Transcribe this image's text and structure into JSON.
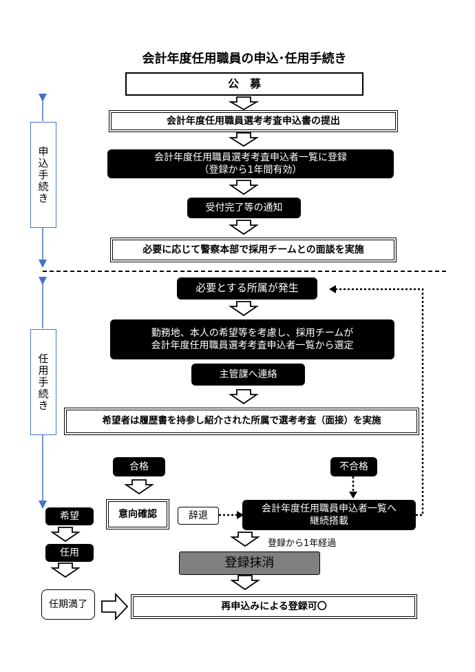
{
  "title": "会計年度任用職員の申込･任用手続き",
  "side_labels": {
    "application": "申込手続き",
    "appointment": "任用手続き"
  },
  "steps": {
    "koubo": "公　募",
    "submit": "会計年度任用職員選考考査申込書の提出",
    "register_line1": "会計年度任用職員選考考査申込者一覧に登録",
    "register_line2": "（登録から1年間有効）",
    "notice": "受付完了等の通知",
    "interview": "必要に応じて警察本部で採用チームとの面談を実施",
    "need": "必要とする所属が発生",
    "select_line1": "勤務地、本人の希望等を考慮し、採用チームが",
    "select_line2": "会計年度任用職員選考考査申込者一覧から選定",
    "contact": "主管課へ連絡",
    "exam": "希望者は履歴書を持参し紹介された所属で選考考査（面接）を実施",
    "pass": "合格",
    "fail": "不合格",
    "confirm": "意向確認",
    "hope": "希望",
    "decline": "辞退",
    "carry_line1": "会計年度任用職員申込者一覧へ",
    "carry_line2": "継続搭載",
    "one_year": "登録から1年経過",
    "hire": "任用",
    "delete": "登録抹消",
    "term_end": "任期満了",
    "reapply": "再申込みによる登録可〇"
  }
}
